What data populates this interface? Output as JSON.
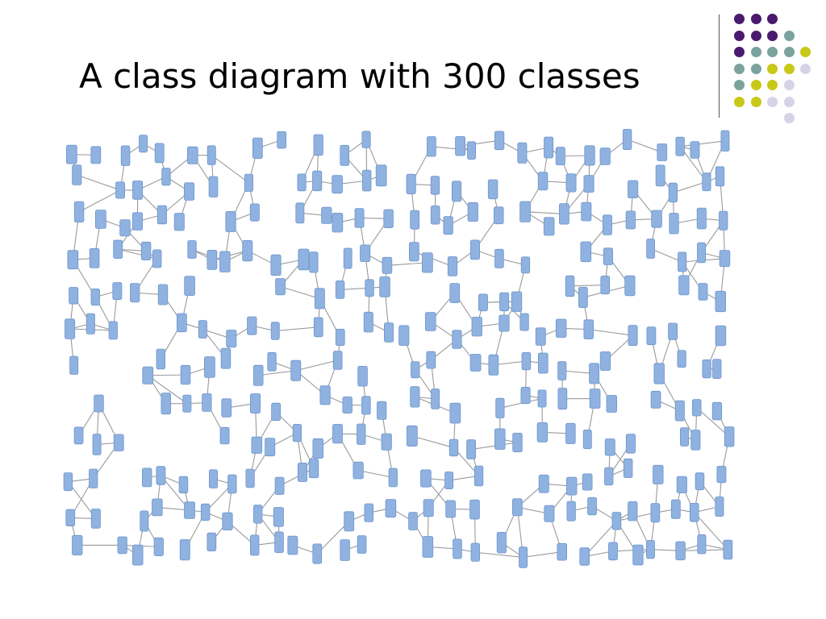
{
  "slide": {
    "title": "A class diagram with 300 classes"
  },
  "colors": {
    "purple": "#4a1a6e",
    "teal": "#7aa39e",
    "yellow": "#c8c819",
    "lavender": "#d4d4e6",
    "class_box": "#8fb2e0",
    "class_box_edge": "#6e95cc",
    "edge": "#9a9a9a"
  },
  "decoration": {
    "dot_grid": [
      [
        "purple",
        "purple",
        "purple",
        "",
        "",
        ""
      ],
      [
        "purple",
        "purple",
        "purple",
        "teal",
        "",
        ""
      ],
      [
        "purple",
        "teal",
        "teal",
        "teal",
        "yellow",
        ""
      ],
      [
        "teal",
        "teal",
        "yellow",
        "yellow",
        "lavender",
        ""
      ],
      [
        "teal",
        "yellow",
        "yellow",
        "lavender",
        "",
        ""
      ],
      [
        "yellow",
        "yellow",
        "lavender",
        "lavender",
        "",
        ""
      ],
      [
        "",
        "",
        "",
        "lavender",
        "",
        ""
      ]
    ]
  },
  "diagram": {
    "class_count": 300
  }
}
